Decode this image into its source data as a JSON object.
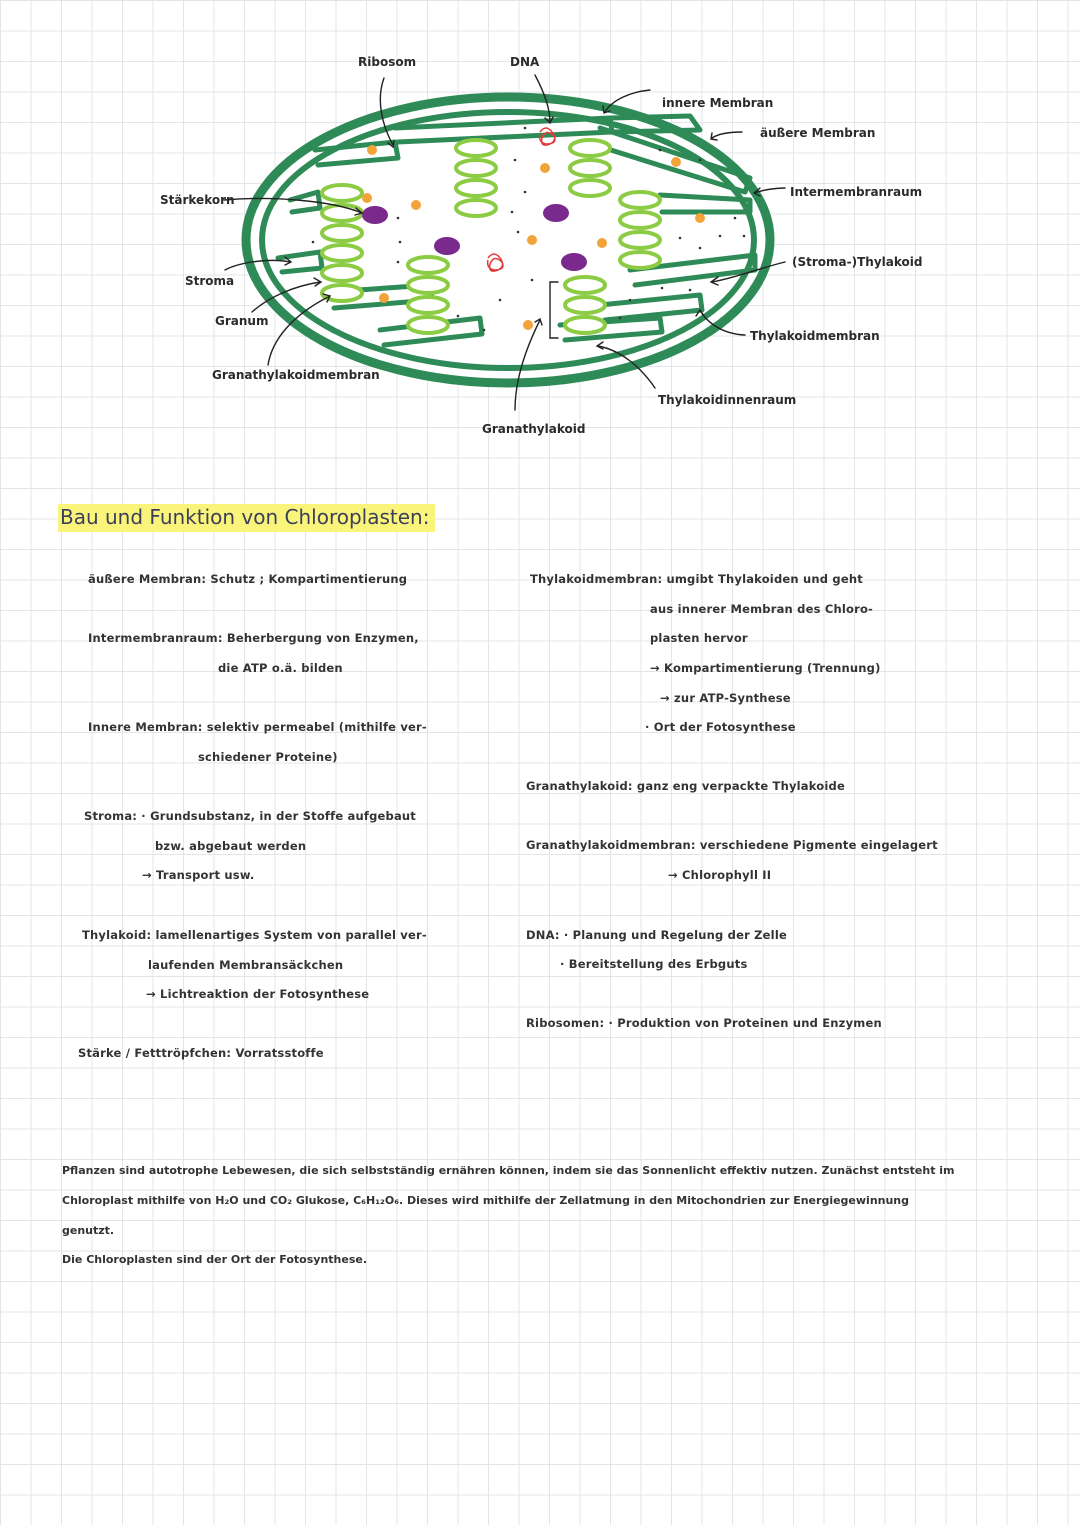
{
  "diagram": {
    "labels": {
      "ribosom": "Ribosom",
      "dna": "DNA",
      "innere_membran": "innere Membran",
      "aeussere_membran": "äußere Membran",
      "staerkekorn": "Stärkekorn",
      "intermembranraum": "Intermembranraum",
      "stroma_thylakoid": "(Stroma-)Thylakoid",
      "stroma": "Stroma",
      "granum": "Granum",
      "thylakoidmembran": "Thylakoidmembran",
      "granathylakoidmembran": "Granathylakoidmembran",
      "thylakoidinnenraum": "Thylakoidinnenraum",
      "granathylakoid": "Granathylakoid"
    },
    "colors": {
      "membrane": "#2e8b57",
      "thylakoid": "#8ccc45",
      "starch": "#7a2a8c",
      "ribosome": "#f2a33a",
      "dna": "#e23a3a"
    }
  },
  "title": "Bau und Funktion von Chloroplasten:",
  "left_column": {
    "aeussere_membran": "äußere Membran:  Schutz ; Kompartimentierung",
    "intermembranraum_1": "Intermembranraum:  Beherbergung von Enzymen,",
    "intermembranraum_2": "die ATP o.ä. bilden",
    "innere_membran_1": "Innere Membran:  selektiv permeabel (mithilfe ver-",
    "innere_membran_2": "schiedener Proteine)",
    "stroma_1": "Stroma:  · Grundsubstanz, in der Stoffe aufgebaut",
    "stroma_2": "bzw. abgebaut werden",
    "stroma_3": "→ Transport usw.",
    "thylakoid_1": "Thylakoid:  lamellenartiges System von parallel ver-",
    "thylakoid_2": "laufenden Membransäckchen",
    "thylakoid_3": "→ Lichtreaktion der Fotosynthese",
    "staerke": "Stärke / Fetttröpfchen:  Vorratsstoffe"
  },
  "right_column": {
    "thylakoidmembran_1": "Thylakoidmembran:  umgibt Thylakoiden und geht",
    "thylakoidmembran_2": "aus innerer Membran des Chloro-",
    "thylakoidmembran_3": "plasten hervor",
    "thylakoidmembran_4": "→ Kompartimentierung (Trennung)",
    "thylakoidmembran_5": "→ zur ATP-Synthese",
    "thylakoidmembran_6": "· Ort der Fotosynthese",
    "granathylakoid": "Granathylakoid:  ganz eng verpackte Thylakoide",
    "granathylakoidmembran_1": "Granathylakoidmembran:  verschiedene Pigmente eingelagert",
    "granathylakoidmembran_2": "→ Chlorophyll II",
    "dna_1": "DNA: · Planung und Regelung der Zelle",
    "dna_2": "· Bereitstellung des Erbguts",
    "ribosomen": "Ribosomen: · Produktion von Proteinen und Enzymen"
  },
  "summary": {
    "line1": "Pflanzen sind autotrophe Lebewesen, die sich selbstständig ernähren können, indem sie das Sonnenlicht effektiv nutzen. Zunächst entsteht im",
    "line2": "Chloroplast mithilfe von H₂O und CO₂ Glukose, C₆H₁₂O₆. Dieses wird mithilfe der Zellatmung in den Mitochondrien zur Energiegewinnung",
    "line3": "genutzt.",
    "line4": "Die Chloroplasten sind der Ort der Fotosynthese."
  }
}
